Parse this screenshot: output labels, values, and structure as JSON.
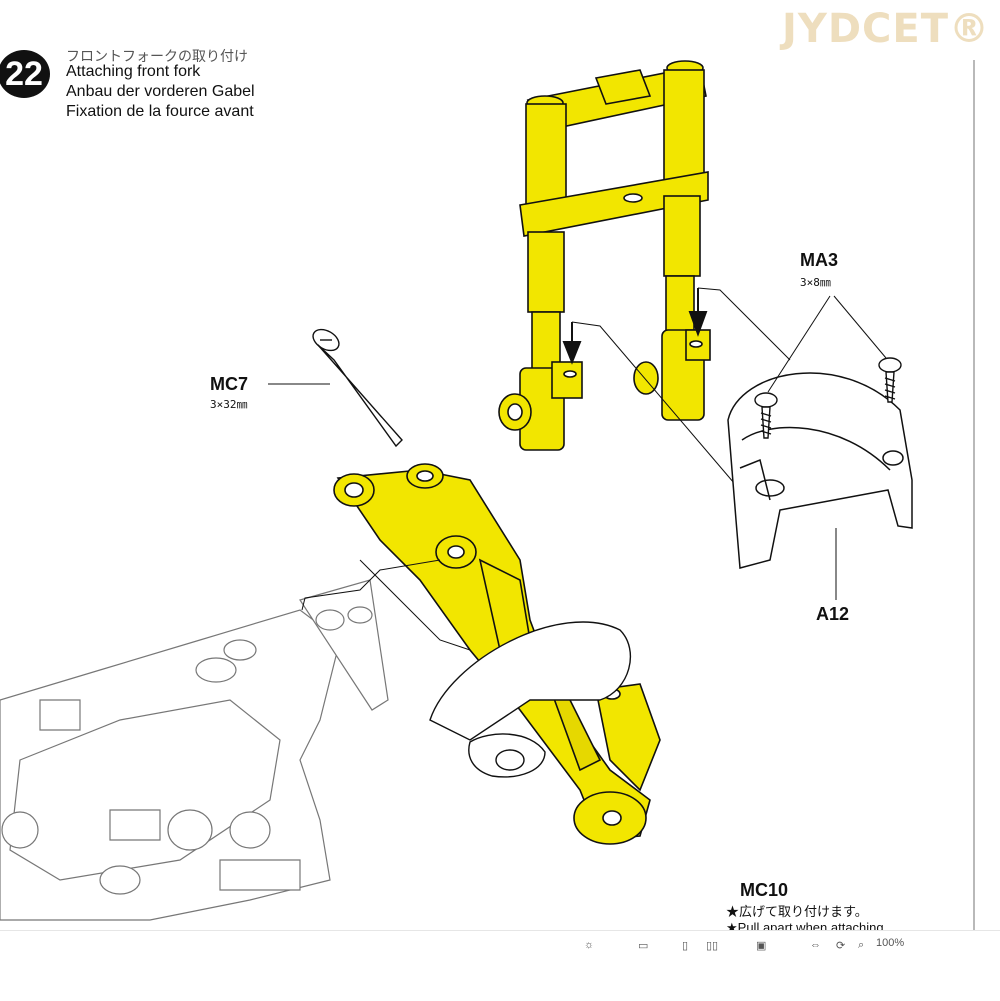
{
  "watermark": "JYDCET®",
  "step": {
    "number": "22",
    "title_jp": "フロントフォークの取り付け",
    "title_en": "Attaching front fork",
    "title_de": "Anbau der vorderen Gabel",
    "title_fr": "Fixation de la fource avant"
  },
  "parts": {
    "mc7": {
      "code": "MC7",
      "size": "3×32㎜"
    },
    "ma3": {
      "code": "MA3",
      "size": "3×8㎜"
    },
    "a12": {
      "code": "A12"
    },
    "mc10": {
      "code": "MC10",
      "note_jp": "★広げて取り付けます。",
      "note_en": "★Pull apart when attaching."
    }
  },
  "colors": {
    "part_highlight": "#f2e600",
    "outline": "#111111"
  },
  "statusbar": {
    "zoom": "100%"
  }
}
